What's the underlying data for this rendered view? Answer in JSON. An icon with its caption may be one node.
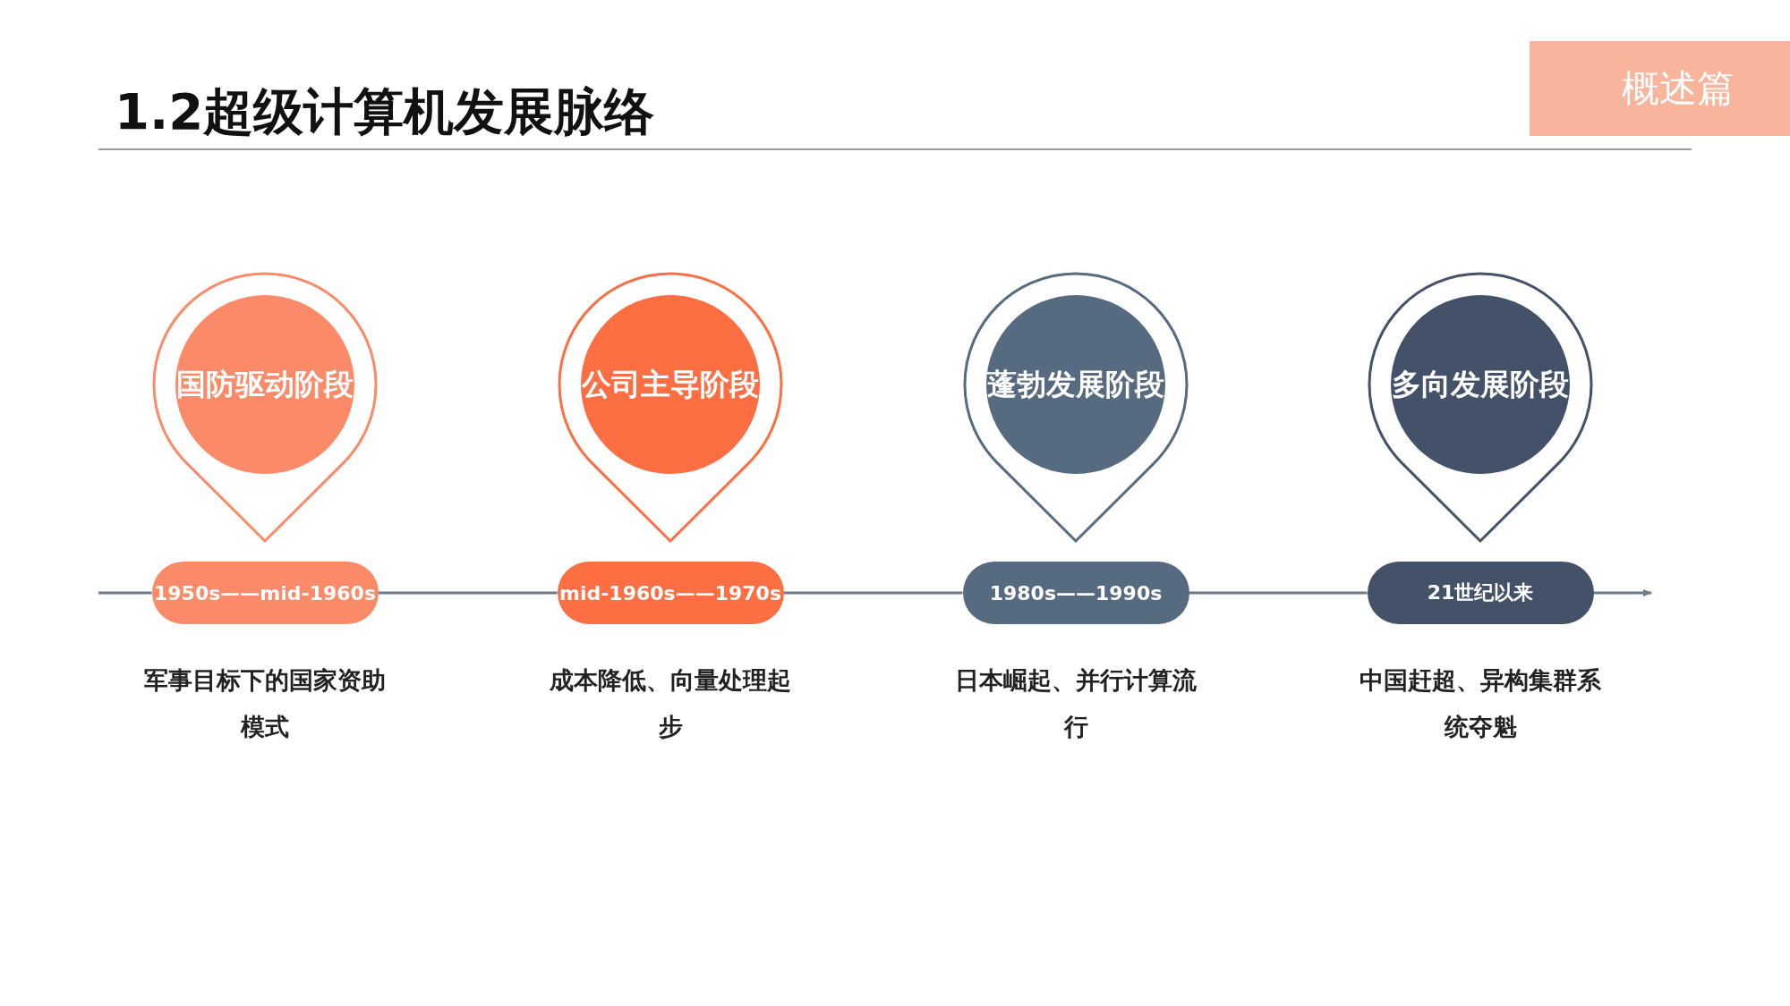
{
  "diagram": {
    "title": "1.2超级计算机发展脉络",
    "nodes": [
      {
        "text": [
          "概述篇"
        ]
      },
      {
        "text": [
          "国防驱动阶段"
        ]
      },
      {
        "text": [
          "公司主导阶段"
        ]
      },
      {
        "text": [
          "蓬勃发展阶段"
        ]
      },
      {
        "text": [
          "多向发展阶段"
        ]
      },
      {
        "text": [
          "1950s——mid-1960s"
        ],
        "beside": [
          "军事目标下的国家资助模式"
        ]
      },
      {
        "text": [
          "mid-1960s——1970s"
        ],
        "beside": [
          "成本降低、向量处理起步"
        ]
      },
      {
        "text": [
          "1980s——1990s"
        ],
        "beside": [
          "日本崛起、并行计算流行"
        ]
      },
      {
        "text": [
          "21世纪以来"
        ],
        "beside": [
          "中国赶超、异构集群系统夺魁"
        ]
      }
    ],
    "edges": [
      {
        "from": null,
        "to": 5,
        "arrow": "none"
      },
      {
        "from": 5,
        "to": 6,
        "arrow": "none"
      },
      {
        "from": 6,
        "to": 7,
        "arrow": "none"
      },
      {
        "from": 7,
        "to": 8,
        "arrow": "none"
      },
      {
        "from": 8,
        "to": null,
        "arrow": "to"
      }
    ]
  }
}
